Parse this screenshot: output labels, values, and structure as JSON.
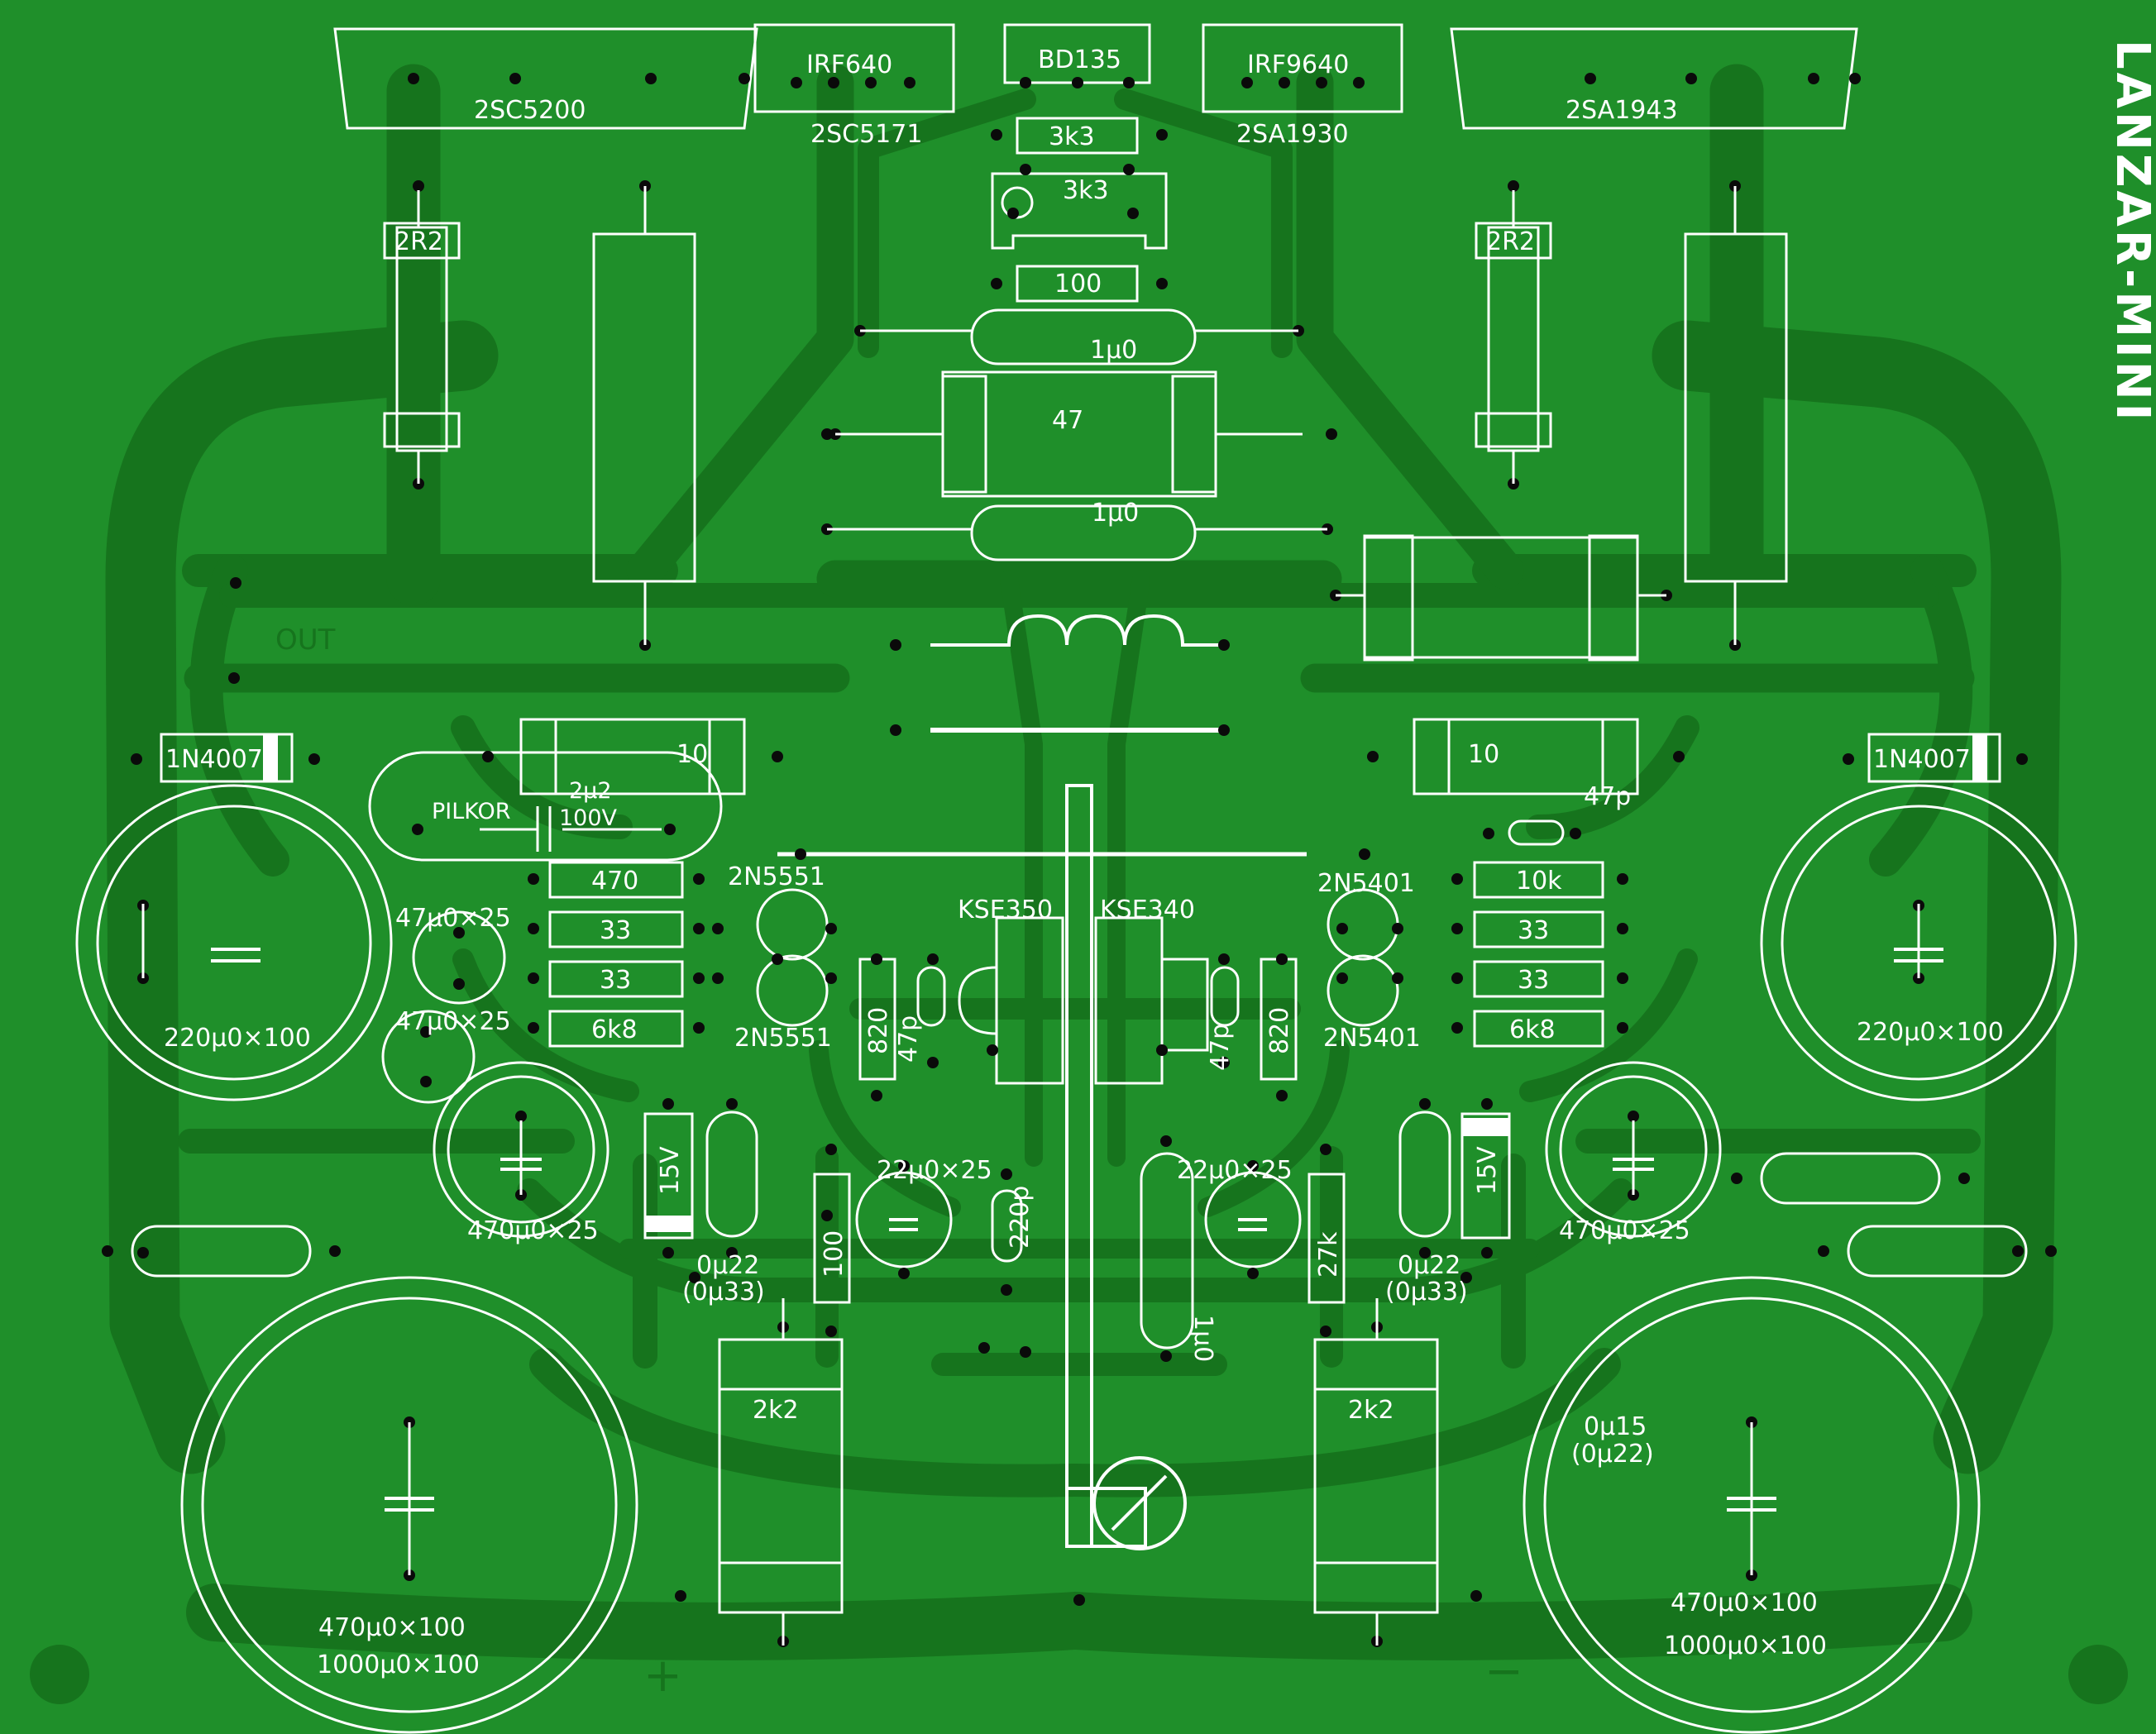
{
  "board": {
    "title": "LANZAR-MINI",
    "out_label": "OUT",
    "plus_label": "+",
    "minus_label": "−",
    "colors": {
      "board": "#1f8f2a",
      "trace": "#16741d",
      "silk": "#ffffff",
      "pad": "#0a0a0a"
    }
  },
  "transistors": {
    "q1": "2SC5200",
    "q2": "2SA1943",
    "q3": "IRF640",
    "q3alt": "2SC5171",
    "q4": "BD135",
    "q5": "IRF9640",
    "q5alt": "2SA1930",
    "q6": "2N5551",
    "q7": "2N5551",
    "q8": "2N5401",
    "q9": "2N5401",
    "q10": "KSE350",
    "q11": "KSE340"
  },
  "resistors": {
    "r_3k3": "3k3",
    "trim_3k3": "3k3",
    "r_100_top": "100",
    "r_2r2_left": "2R2",
    "r_2r2_right": "2R2",
    "r_47": "47",
    "r_10_left": "10",
    "r_10_right": "10",
    "r_470": "470",
    "r_33_l1": "33",
    "r_33_l2": "33",
    "r_6k8_left": "6k8",
    "r_10k": "10k",
    "r_33_r1": "33",
    "r_33_r2": "33",
    "r_6k8_right": "6k8",
    "r_820_left": "820",
    "r_820_right": "820",
    "r_100_bottom": "100",
    "r_27k": "27k",
    "r_2k2_left": "2k2",
    "r_2k2_right": "2k2"
  },
  "capacitors": {
    "c_1u0_top": "1µ0",
    "c_1u0_mid": "1µ0",
    "c_pilkor_brand": "PILKOR",
    "c_pilkor_val": "2µ2",
    "c_pilkor_v": "100V",
    "c_47p_right": "47p",
    "c_47u_1": "47µ0×25",
    "c_47u_2": "47µ0×25",
    "c_47p_a": "47p",
    "c_47p_b": "47p",
    "c_220u_left": "220µ0×100",
    "c_220u_right": "220µ0×100",
    "c_470u25_left": "470µ0×25",
    "c_470u25_right": "470µ0×25",
    "c_022_left": "0µ22",
    "c_033_left": "(0µ33)",
    "c_022_right": "0µ22",
    "c_033_right": "(0µ33)",
    "c_22u_left": "22µ0×25",
    "c_22u_right": "22µ0×25",
    "c_220p": "220p",
    "c_1u0_bottom": "1µ0",
    "c_big_left_1": "470µ0×100",
    "c_big_left_2": "1000µ0×100",
    "c_big_right_1": "470µ0×100",
    "c_big_right_2": "1000µ0×100",
    "c_015": "0µ15",
    "c_022_p": "(0µ22)"
  },
  "diodes": {
    "d_left": "1N4007",
    "d_right": "1N4007",
    "z_left": "15V",
    "z_right": "15V"
  }
}
